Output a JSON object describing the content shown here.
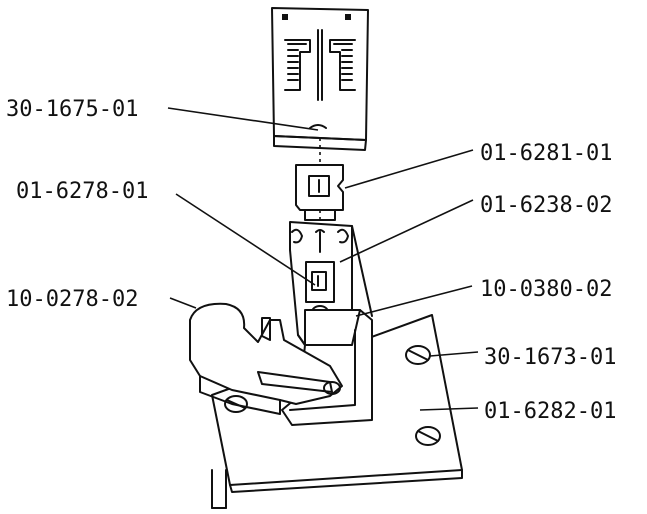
{
  "colors": {
    "ink": "#111111",
    "paper": "#ffffff"
  },
  "labels": {
    "throat_plate": "30-1675-01",
    "spacer_upper": "01-6281-01",
    "screw_center": "01-6278-01",
    "guide_plate": "01-6238-02",
    "presser_foot": "10-0278-02",
    "needle_plate_frame": "10-0380-02",
    "plate_screw": "30-1673-01",
    "base_plate": "01-6282-01"
  }
}
